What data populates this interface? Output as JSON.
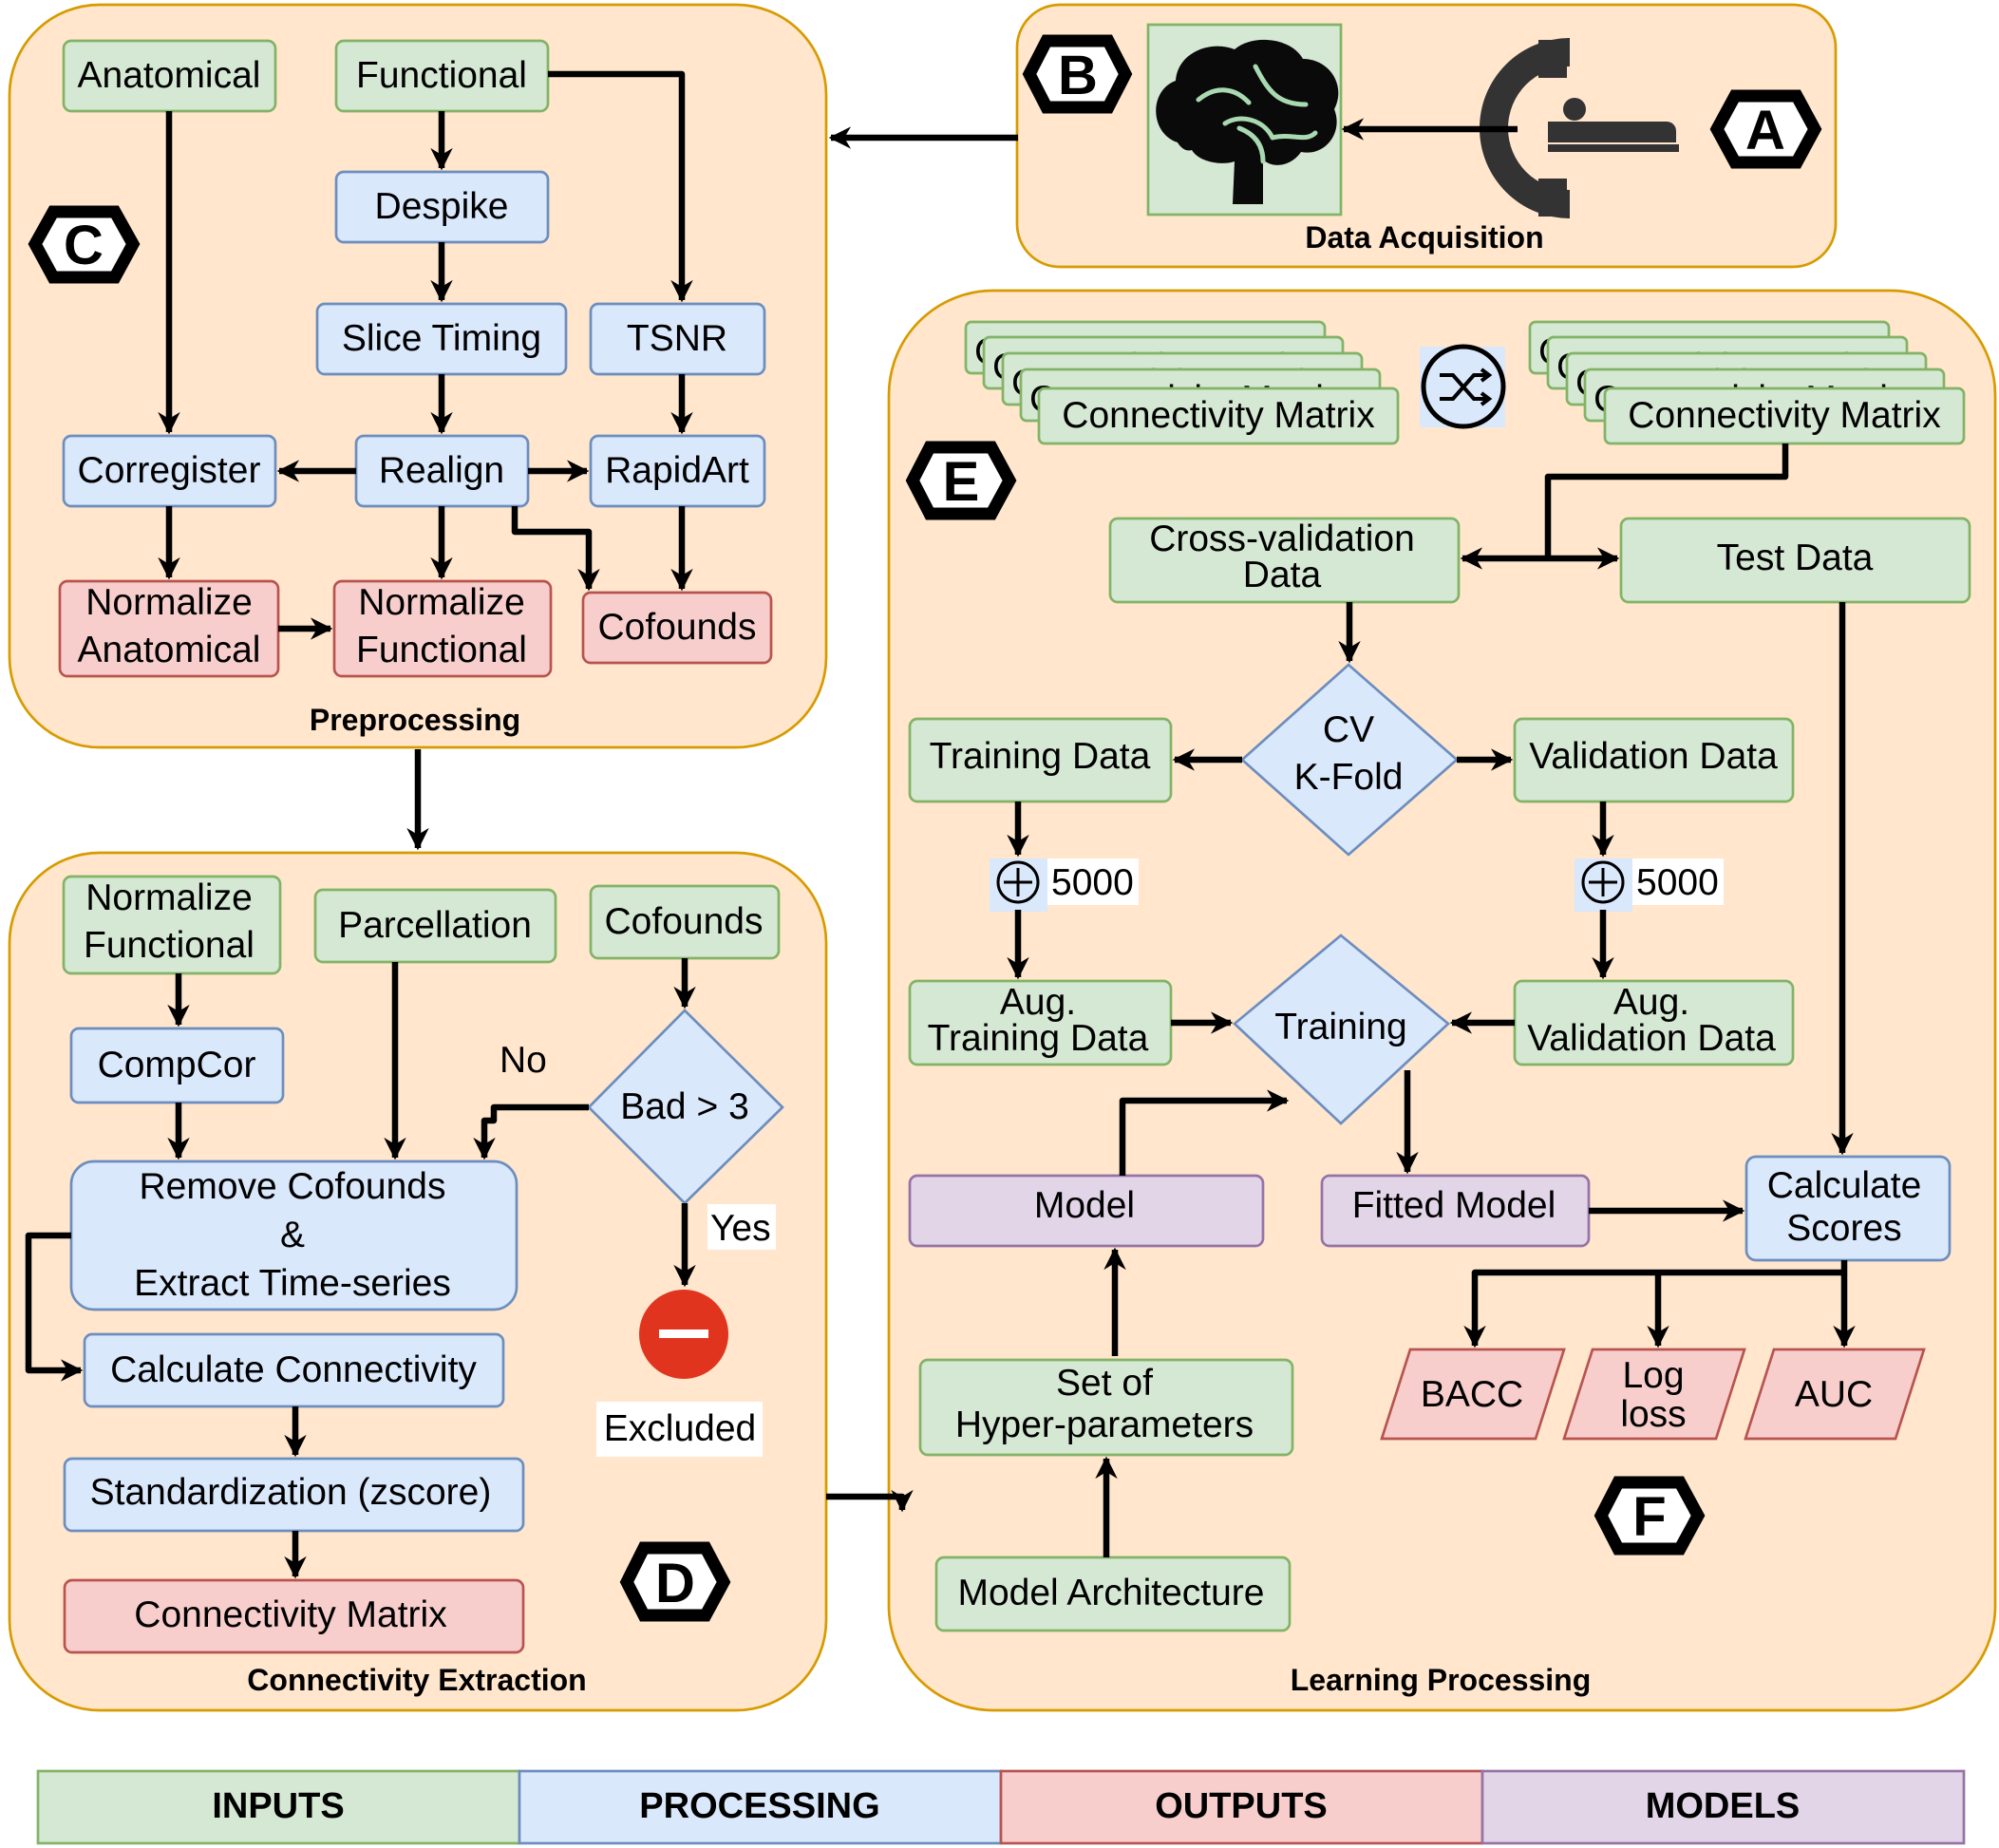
{
  "groups": {
    "preprocessing": "Preprocessing",
    "data_acquisition": "Data Acquisition",
    "connectivity_extraction": "Connectivity Extraction",
    "learning_processing": "Learning Processing"
  },
  "badges": [
    "A",
    "B",
    "C",
    "D",
    "E",
    "F"
  ],
  "icons": [
    "mri-scanner-icon",
    "brain-icon",
    "shuffle-icon",
    "plus-circle-icon",
    "excluded-minus-icon"
  ],
  "preprocessing": {
    "anatomical": "Anatomical",
    "functional": "Functional",
    "despike": "Despike",
    "slice_timing": "Slice Timing",
    "tsnr": "TSNR",
    "corregister": "Corregister",
    "realign": "Realign",
    "rapidart": "RapidArt",
    "normalize_anatomical": [
      "Normalize",
      "Anatomical"
    ],
    "normalize_functional": [
      "Normalize",
      "Functional"
    ],
    "cofounds": "Cofounds"
  },
  "connectivity": {
    "normalize_functional": [
      "Normalize",
      "Functional"
    ],
    "parcellation": "Parcellation",
    "cofounds": "Cofounds",
    "compcor": "CompCor",
    "decision": "Bad > 3",
    "no": "No",
    "yes": "Yes",
    "excluded": "Excluded",
    "remove_cofounds": [
      "Remove Cofounds",
      "&",
      "Extract Time-series"
    ],
    "calculate_connectivity": "Calculate Connectivity",
    "standardization": "Standardization (zscore)",
    "connectivity_matrix": "Connectivity Matrix"
  },
  "learning": {
    "matrix_label": "Connectivity Matrix",
    "cross_validation": [
      "Cross-validation",
      "Data"
    ],
    "test_data": "Test Data",
    "cv": [
      "CV",
      "K-Fold"
    ],
    "training_data": "Training Data",
    "validation_data": "Validation Data",
    "augment_count": "5000",
    "aug_training": [
      "Aug.",
      "Training Data"
    ],
    "aug_validation": [
      "Aug.",
      "Validation Data"
    ],
    "training": "Training",
    "model": "Model",
    "fitted_model": "Fitted Model",
    "calculate_scores": [
      "Calculate",
      "Scores"
    ],
    "hyper_parameters": [
      "Set of",
      "Hyper-parameters"
    ],
    "model_architecture": "Model Architecture",
    "metrics": [
      "BACC",
      "Log loss",
      "AUC"
    ]
  },
  "legend": [
    "INPUTS",
    "PROCESSING",
    "OUTPUTS",
    "MODELS"
  ],
  "colors": {
    "inputs": "#d5e8d4",
    "processing": "#dae8fc",
    "outputs": "#f8cecc",
    "models": "#e1d5e7",
    "group": "#ffe6cc"
  }
}
